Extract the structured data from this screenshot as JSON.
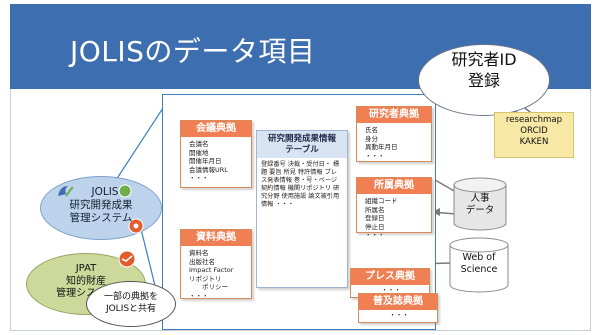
{
  "title": "JOLISのデータ項目",
  "bubble": {
    "lines": [
      "研究者ID",
      "登録"
    ]
  },
  "external_ids": [
    "researchmap",
    "ORCID",
    "KAKEN"
  ],
  "central_table": {
    "title_lines": [
      "研究開発成果情報",
      "テーブル"
    ],
    "fields": [
      "登録番号",
      "決裁・受付日・",
      "標題",
      "要旨",
      "所見",
      "特許情報",
      "プレス発表情報",
      "巻・号・ページ",
      "契約情報",
      "機関リポジトリ",
      "研究分野",
      "使用施設",
      "論文被引用情報",
      "・・・"
    ]
  },
  "boxes": {
    "conference": {
      "title": "会議典拠",
      "fields": [
        "会議名",
        "開催地",
        "開催年月日",
        "会議情報URL",
        "・・・"
      ]
    },
    "material": {
      "title": "資料典拠",
      "fields": [
        "資料名",
        "出版社名",
        "Impact Factor",
        "リポジトリ",
        "　　ポリシー",
        "・・・"
      ]
    },
    "researcher": {
      "title": "研究者典拠",
      "fields": [
        "氏名",
        "身分",
        "異動年月日",
        "・・・"
      ]
    },
    "affiliation": {
      "title": "所属典拠",
      "fields": [
        "組織コード",
        "所属名",
        "登録日",
        "停止日",
        "・・・"
      ]
    },
    "press": {
      "title": "プレス典拠",
      "fields": [
        "・・・"
      ]
    },
    "outreach": {
      "title": "普及誌典拠",
      "fields": [
        "・・・"
      ]
    }
  },
  "systems": {
    "jolis": {
      "lines": [
        "JOLIS",
        "研究開発成果",
        "管理システム"
      ]
    },
    "jpat": {
      "lines": [
        "JPAT",
        "知的財産",
        "管理システム"
      ]
    },
    "shared": {
      "lines": [
        "一部の典拠を",
        "JOLISと共有"
      ]
    }
  },
  "databases": {
    "hr": {
      "lines": [
        "人事",
        "データ"
      ]
    },
    "wos": {
      "lines": [
        "Web of",
        "Science"
      ]
    }
  },
  "colors": {
    "title_bar": "#3d6eb0",
    "box_header": "#f07f53",
    "connector": "#e0262b",
    "panel_border": "#3d7fbe",
    "callout_fill": "#f7e8a6"
  }
}
